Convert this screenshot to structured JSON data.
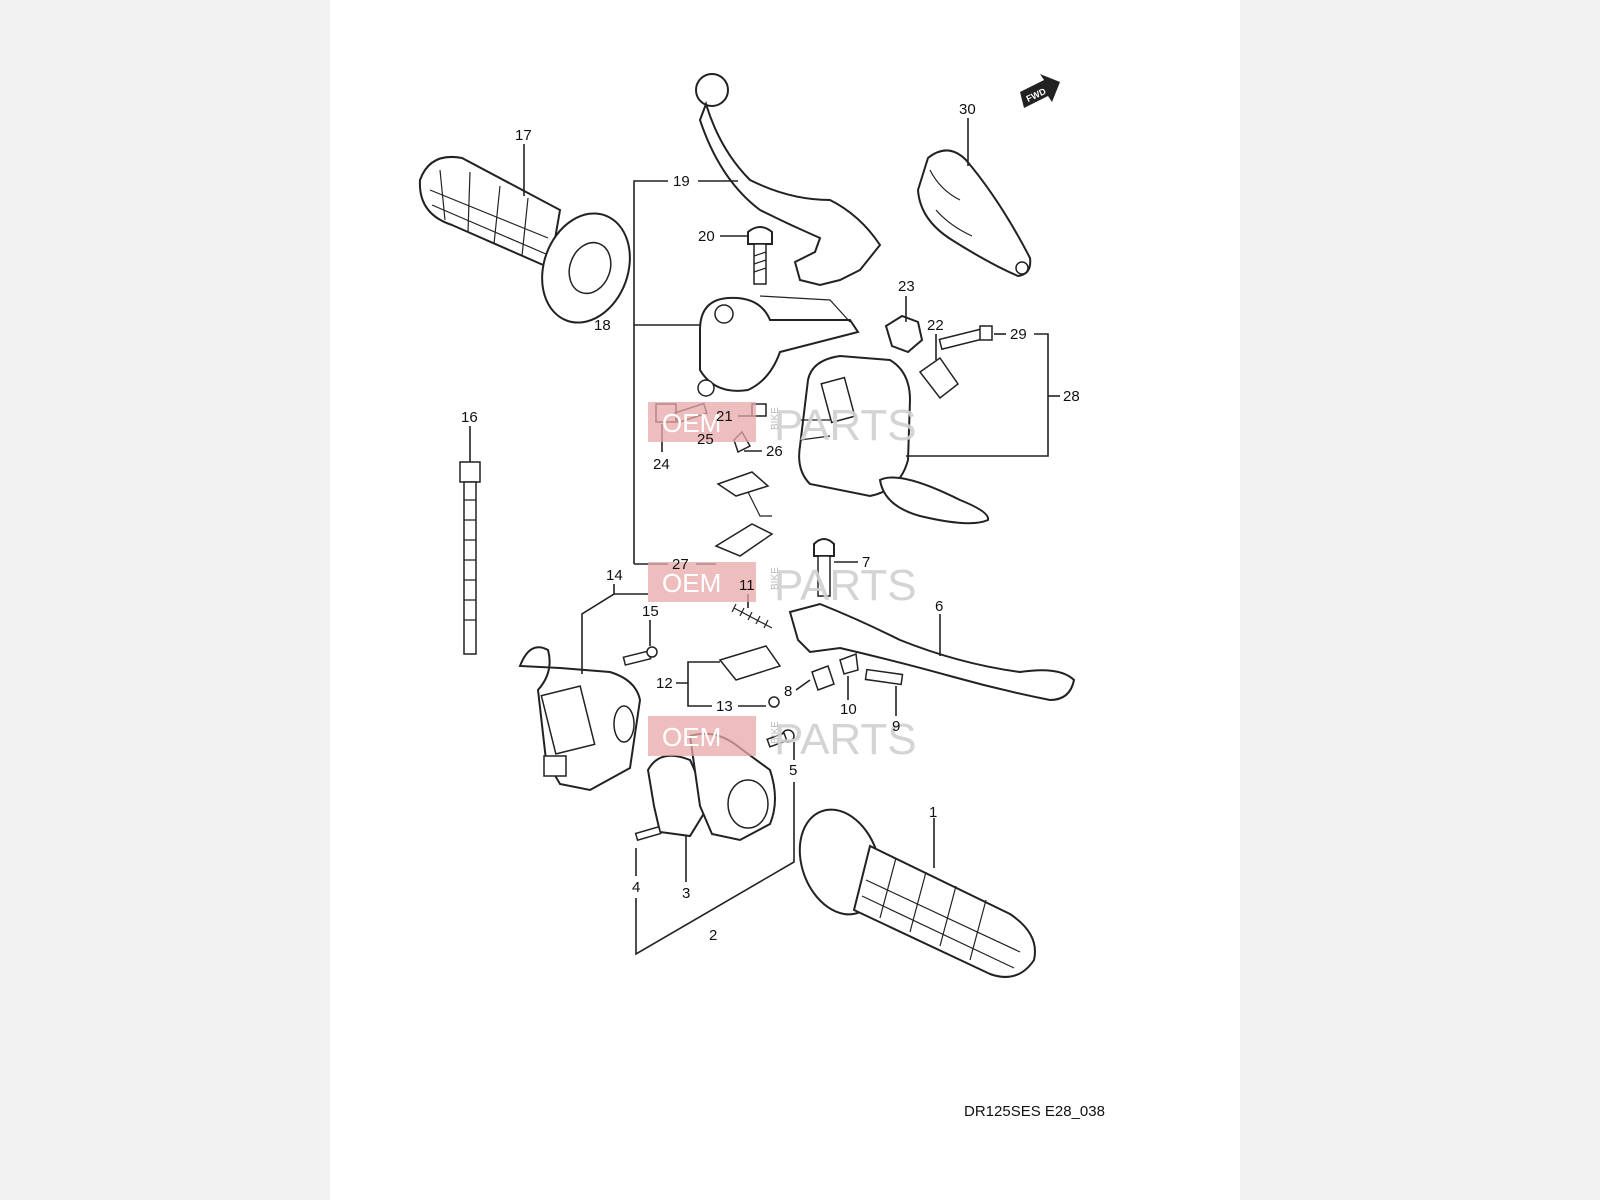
{
  "diagram": {
    "caption": "DR125SES E28_038",
    "fwd_label": "FWD",
    "watermark": {
      "oem": "OEM",
      "bike": "BIKE",
      "parts": "PARTS"
    },
    "part_numbers": [
      "1",
      "2",
      "3",
      "4",
      "5",
      "6",
      "7",
      "8",
      "9",
      "10",
      "11",
      "12",
      "13",
      "14",
      "15",
      "16",
      "17",
      "18",
      "19",
      "20",
      "21",
      "22",
      "23",
      "24",
      "25",
      "26",
      "27",
      "28",
      "29",
      "30"
    ]
  }
}
